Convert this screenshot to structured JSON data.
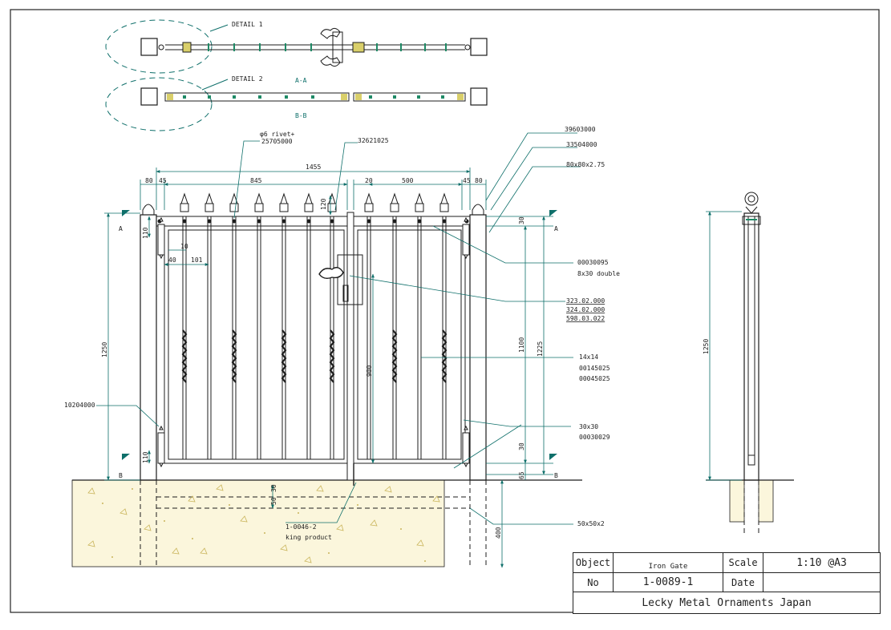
{
  "views": {
    "detail1": "DETAIL 1",
    "detail2": "DETAIL 2",
    "section_aa": "A-A",
    "section_bb": "B-B",
    "section_a": "A",
    "section_b": "B"
  },
  "dimensions": {
    "overall": "1455",
    "left_leaf": "845",
    "right_leaf": "500",
    "post_left": "80",
    "gap_left": "45",
    "post_right": "80",
    "gap_right": "45",
    "gap_center": "20",
    "spike": "120",
    "height": "1250",
    "panel_height": "1100",
    "total_height": "1225",
    "lock_height": "900",
    "top_rail": "30",
    "bottom_rail": "30",
    "ground": "65",
    "hinge_top": "110",
    "hinge_bottom": "110",
    "bar_width": "40",
    "bar_spacing": "101",
    "bar_offset": "10",
    "foundation": "400",
    "side_height": "1250",
    "beam_a": "50",
    "beam_b": "30"
  },
  "callouts": {
    "rivet_line1": "φ6 rivet+",
    "rivet_line2": "25705000",
    "part_32621025": "32621025",
    "part_39603000": "39603000",
    "part_33504000": "33504000",
    "post_size": "80x80x2.75",
    "rail_code": "00030095",
    "rail_desc": "8x30 double",
    "lock_1": "323.02.000",
    "lock_2": "324.02.000",
    "lock_3": "598.03.022",
    "bar_size": "14x14",
    "bar_code_1": "00145025",
    "bar_code_2": "00045025",
    "frame_size": "30x30",
    "frame_code": "00030029",
    "hinge_code": "10204000",
    "stopper_code": "1-0046-2",
    "stopper_desc": "king product",
    "foundation_size": "50x50x2"
  },
  "title_block": {
    "object_label": "Object",
    "object_value": "Iron Gate",
    "scale_label": "Scale",
    "scale_value": "1:10 @A3",
    "no_label": "No",
    "no_value": "1-0089-1",
    "date_label": "Date",
    "date_value": "",
    "company": "Lecky Metal Ornaments Japan"
  },
  "colors": {
    "line": "#1c1c1c",
    "dimension": "#0e6f6a",
    "highlight": "#1f8a66",
    "ground_fill": "#fbf6dc",
    "ground_speck": "#c9b45a",
    "accent_yellow": "#d9cf6a"
  }
}
